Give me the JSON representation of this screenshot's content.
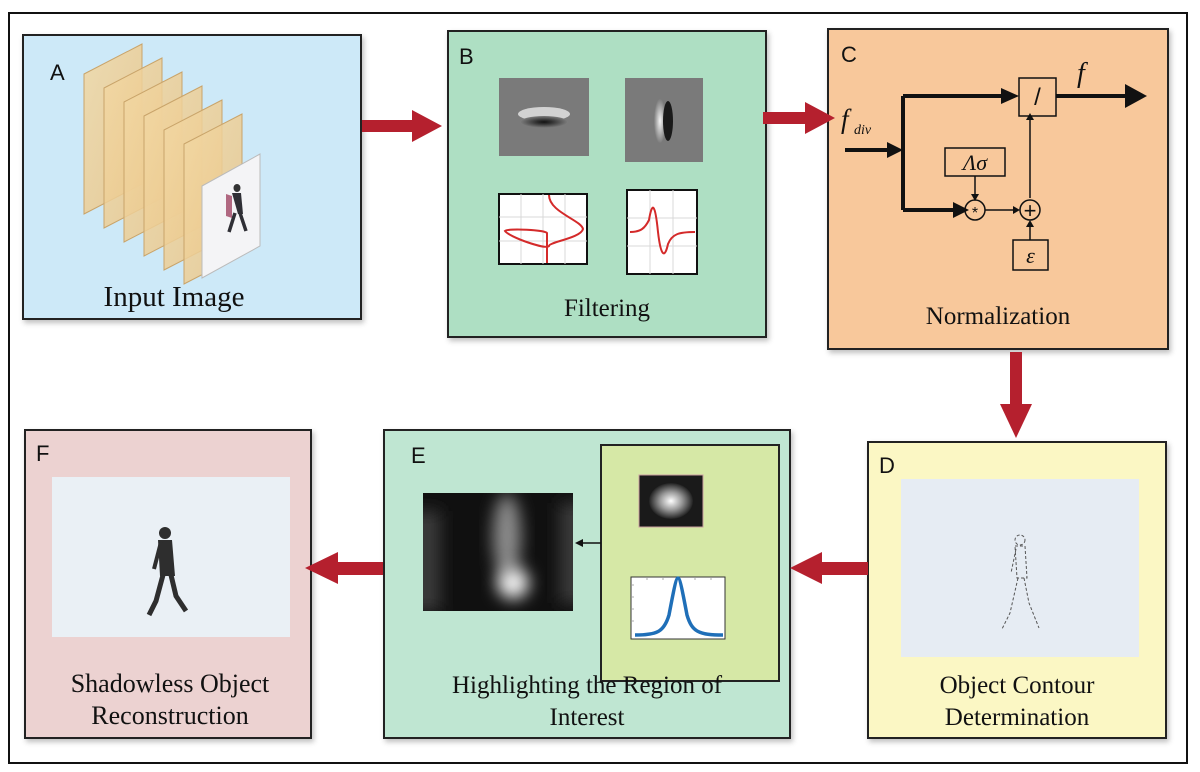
{
  "panels": {
    "a": {
      "letter": "A",
      "caption": "Input Image"
    },
    "b": {
      "letter": "B",
      "caption": "Filtering"
    },
    "c": {
      "letter": "C",
      "caption": "Normalization",
      "in_main": "f",
      "in_sub": "div",
      "out": "f",
      "div_op": "/",
      "lambda_sigma": "Λσ",
      "multiply_op": "*",
      "sum_op": "+",
      "epsilon": "ε"
    },
    "d": {
      "letter": "D",
      "caption_line1": "Object Contour",
      "caption_line2": "Determination"
    },
    "e": {
      "letter": "E",
      "caption_line1": "Highlighting the Region of",
      "caption_line2": "Interest"
    },
    "f": {
      "letter": "F",
      "caption_line1": "Shadowless Object",
      "caption_line2": "Reconstruction"
    }
  },
  "colors": {
    "arrow": "#b5202e",
    "panel_a": "#cde9f8",
    "panel_b": "#aedfc3",
    "panel_c": "#f8c89b",
    "panel_d": "#fbf7c4",
    "panel_e": "#bfe6d2",
    "panel_e_inner": "#d6e8a6",
    "panel_f": "#ecd2d1",
    "gaussian_curve": "#1f6fb8",
    "filter_curve": "#d42a2a"
  }
}
